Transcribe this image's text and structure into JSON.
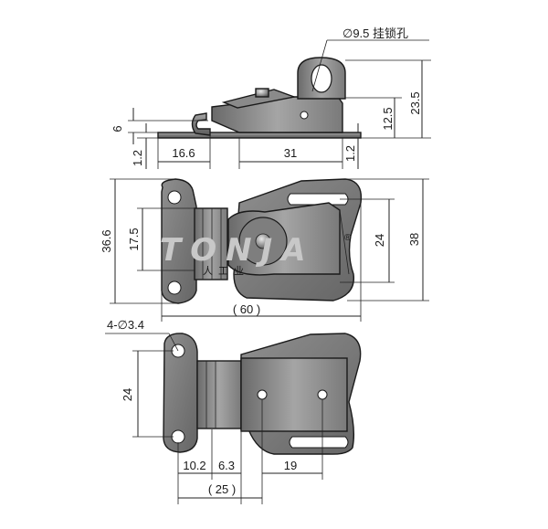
{
  "watermark": {
    "brand": "TONJA",
    "registered": "®",
    "cn_text": "人工业"
  },
  "dimensions": {
    "lock_hole": "∅9.5 挂锁孔",
    "height_23_5": "23.5",
    "height_12_5": "12.5",
    "height_6": "6",
    "thick_1_2_left": "1.2",
    "thick_1_2_right": "1.2",
    "len_16_6": "16.6",
    "len_31": "31",
    "height_36_6": "36.6",
    "height_17_5": "17.5",
    "height_24_front": "24",
    "height_38": "38",
    "len_60": "( 60 )",
    "holes": "4-∅3.4",
    "height_24_bottom": "24",
    "len_10_2": "10.2",
    "len_6_3": "6.3",
    "len_19": "19",
    "len_25": "( 25 )"
  },
  "colors": {
    "metal_dark": "#6e6e6e",
    "metal_mid": "#9a9a9a",
    "metal_light": "#c9c9c9",
    "line": "#1a1a1a"
  }
}
